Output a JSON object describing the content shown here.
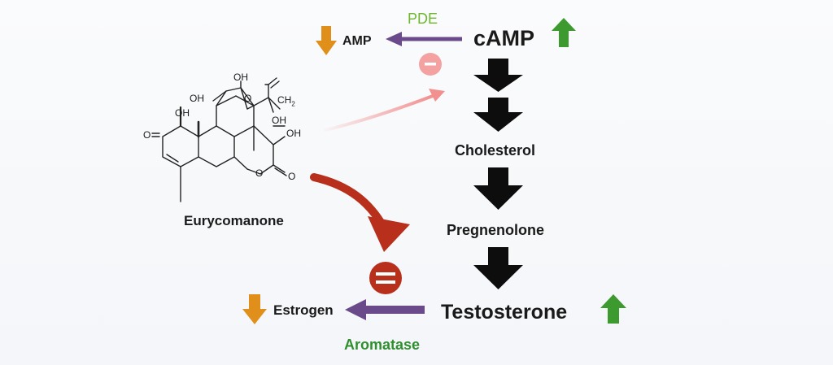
{
  "nodes": {
    "camp": "cAMP",
    "amp": "AMP",
    "pde": "PDE",
    "cholesterol": "Cholesterol",
    "pregnenolone": "Pregnenolone",
    "testosterone": "Testosterone",
    "estrogen": "Estrogen",
    "aromatase": "Aromatase",
    "compound": "Eurycomanone"
  },
  "molecule_labels": {
    "oh1": "OH",
    "oh2": "OH",
    "oh3": "OH",
    "oh4": "OH",
    "oh5": "OH",
    "ch2": "CH",
    "ch2_sub": "2",
    "o_ketone": "O",
    "o_bridge": "O",
    "o_ring": "O",
    "o_lactone": "O"
  },
  "colors": {
    "increase_arrow": "#3d9a2f",
    "decrease_arrow": "#e0901a",
    "enzyme_arrow": "#6b4a8c",
    "inhibit_strong": "#b8301c",
    "inhibit_weak": "#f28f8f",
    "pathway_arrow": "#0d0d0d",
    "pde_label": "#6fb82d",
    "aromatase_label": "#2f8f2f"
  },
  "indicators": {
    "camp": "up-arrow-icon",
    "testosterone": "up-arrow-icon",
    "amp": "down-arrow-icon",
    "estrogen": "down-arrow-icon",
    "pde_inhibition": "minus-circle-icon",
    "aromatase_inhibition": "minus-circle-icon"
  }
}
